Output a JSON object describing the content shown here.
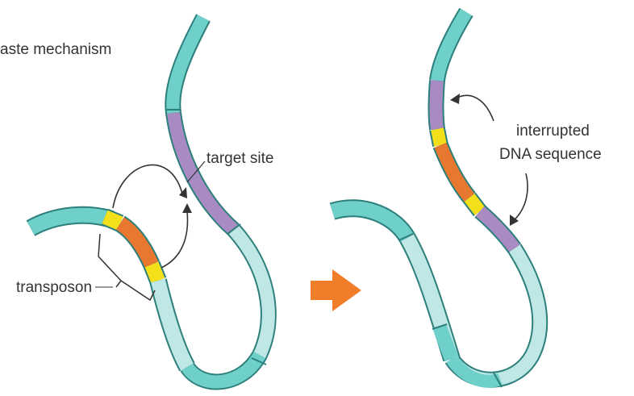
{
  "title": "aste mechanism",
  "labels": {
    "target_site": "target site",
    "transposon": "transposon",
    "interrupted_line1": "interrupted",
    "interrupted_line2": "DNA sequence"
  },
  "colors": {
    "dna_teal": "#6fcfc9",
    "dna_light": "#bfe7e5",
    "dna_stroke": "#2c7f7b",
    "target_purple": "#a98bc3",
    "transposon_orange": "#e8772f",
    "end_yellow": "#f4df1b",
    "arrow_orange": "#f07d2a",
    "callout": "#333333"
  }
}
